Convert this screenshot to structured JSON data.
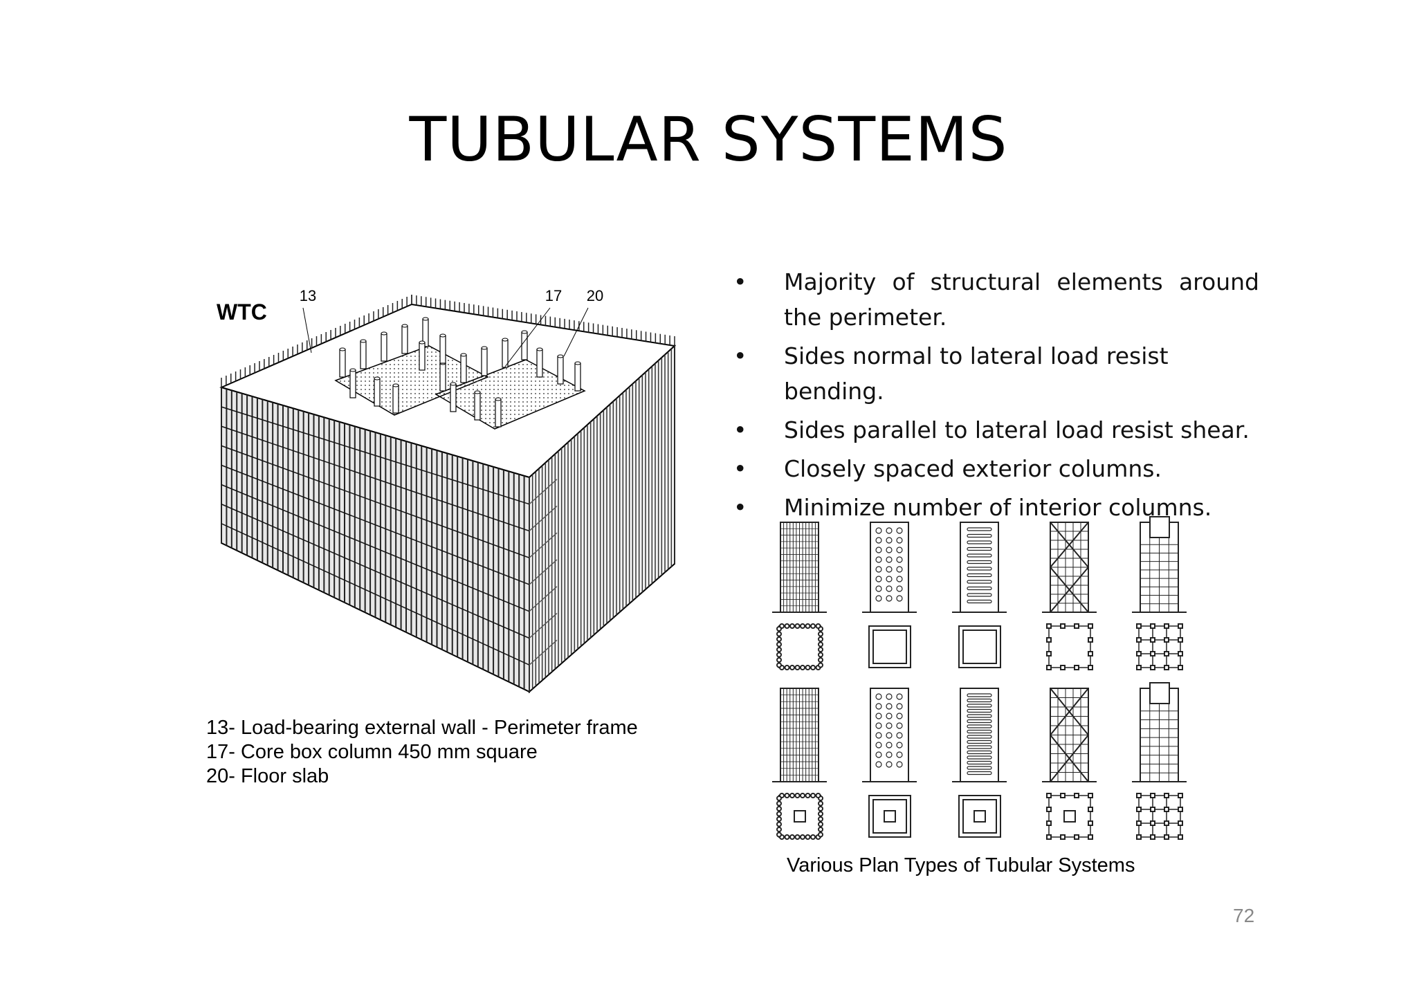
{
  "slide": {
    "title": "TUBULAR SYSTEMS",
    "page_number": "72"
  },
  "figure_wtc": {
    "label": "WTC",
    "callouts": [
      "13",
      "17",
      "20"
    ]
  },
  "legend": {
    "items": [
      "13- Load-bearing external wall - Perimeter frame",
      "17- Core box column 450 mm square",
      "20- Floor slab"
    ]
  },
  "bullets": {
    "marker": "•",
    "items": [
      "Majority of structural elements around the perimeter.",
      "Sides normal to lateral load resist bending.",
      "Sides parallel to lateral load resist shear.",
      "Closely spaced exterior columns.",
      "Minimize number of interior columns."
    ]
  },
  "plans_figure": {
    "caption": "Various Plan Types of Tubular Systems"
  }
}
